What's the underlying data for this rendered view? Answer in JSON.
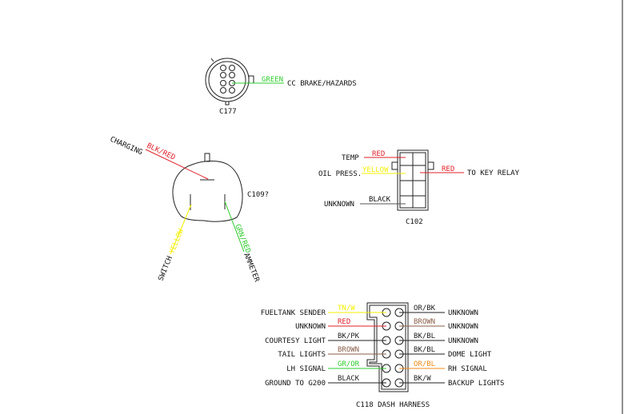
{
  "colors": {
    "red": "#e0202a",
    "yellow": "#f4f000",
    "green": "#2ecc2e",
    "black": "#222222",
    "brown": "#8b5e4a",
    "orange": "#f08a18"
  },
  "c177": {
    "label": "C177",
    "wire": "GREEN",
    "dest": "CC BRAKE/HAZARDS"
  },
  "c1097": {
    "label": "C109?",
    "charging": "CHARGING",
    "charging_wire": "BLK/RED",
    "switch": "SWITCH",
    "switch_wire": "YELLOW",
    "ammeter": "AMMETER",
    "ammeter_wire": "GRN/RED"
  },
  "c102": {
    "label": "C102",
    "temp": "TEMP",
    "temp_wire": "RED",
    "oil": "OIL PRESS.",
    "oil_wire": "YELLOW",
    "unknown": "UNKNOWN",
    "unknown_wire": "BLACK",
    "relay_wire": "RED",
    "relay": "TO KEY RELAY"
  },
  "c118": {
    "label": "C118 DASH HARNESS",
    "left": [
      {
        "name": "FUELTANK SENDER",
        "wire": "TN/W",
        "color": "yellow"
      },
      {
        "name": "UNKNOWN",
        "wire": "RED",
        "color": "red"
      },
      {
        "name": "COURTESY LIGHT",
        "wire": "BK/PK",
        "color": "black"
      },
      {
        "name": "TAIL LIGHTS",
        "wire": "BROWN",
        "color": "brown"
      },
      {
        "name": "LH SIGNAL",
        "wire": "GR/OR",
        "color": "green"
      },
      {
        "name": "GROUND TO G200",
        "wire": "BLACK",
        "color": "black"
      }
    ],
    "right": [
      {
        "name": "UNKNOWN",
        "wire": "OR/BK",
        "color": "black"
      },
      {
        "name": "UNKNOWN",
        "wire": "BROWN",
        "color": "brown"
      },
      {
        "name": "UNKNOWN",
        "wire": "BK/BL",
        "color": "black"
      },
      {
        "name": "DOME LIGHT",
        "wire": "BK/BL",
        "color": "black"
      },
      {
        "name": "RH SIGNAL",
        "wire": "OR/BL",
        "color": "orange"
      },
      {
        "name": "BACKUP LIGHTS",
        "wire": "BK/W",
        "color": "black"
      }
    ]
  }
}
